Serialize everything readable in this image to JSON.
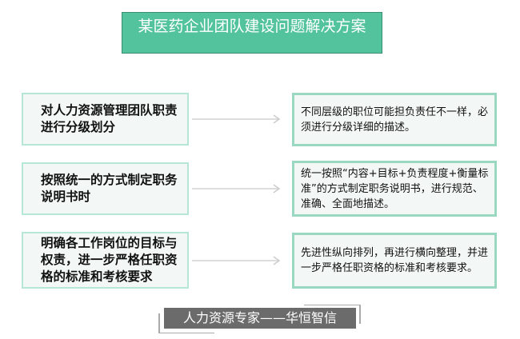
{
  "title": "某医药企业团队建设问题解决方案",
  "rows": [
    {
      "problem": "对人力资源管理团队职责进行分级划分",
      "solution": "不同层级的职位可能担负责任不一样，必须进行分级详细的描述。"
    },
    {
      "problem": "按照统一的方式制定职务说明书时",
      "solution": "统一按照“内容+目标+负责程度+衡量标准”的方式制定职务说明书，进行规范、准确、全面地描述。"
    },
    {
      "problem": "明确各工作岗位的目标与权责，进一步严格任职资格的标准和考核要求",
      "solution": "先进性纵向排列，再进行横向整理，并进一步严格任职资格的标准和考核要求。"
    }
  ],
  "footer": "人力资源专家——华恒智信"
}
